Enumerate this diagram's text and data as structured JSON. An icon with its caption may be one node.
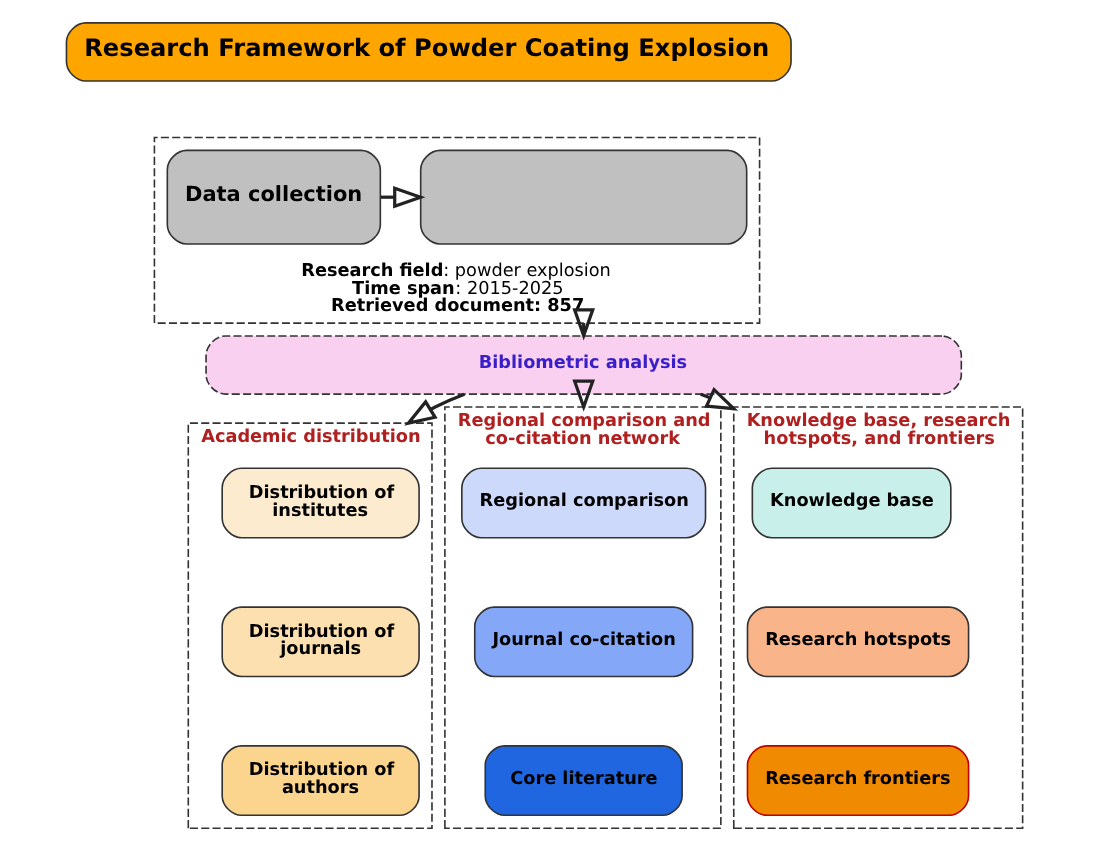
{
  "diagram": {
    "nodes": [
      {
        "text": [
          "Research Framework of Powder Coating Explosion"
        ]
      },
      {
        "text": [
          "**Research field**: powder explosion",
          "**Time span**: 2015-2025",
          "**Retrieved document: 857**"
        ]
      },
      {
        "text": [
          "Data collection"
        ],
        "in": 1
      },
      {
        "text": [],
        "shape": "box",
        "in": 1
      },
      {
        "text": [
          "Bibliometric analysis"
        ]
      },
      {
        "text": [
          "Academic distribution"
        ]
      },
      {
        "text": [
          "Distribution of institutes"
        ],
        "in": 5
      },
      {
        "text": [
          "Distribution of journals"
        ],
        "in": 5
      },
      {
        "text": [
          "Distribution of authors"
        ],
        "in": 5
      },
      {
        "text": [
          "Regional comparison and co-citation network"
        ]
      },
      {
        "text": [
          "Regional comparison"
        ],
        "in": 9
      },
      {
        "text": [
          "Journal co-citation"
        ],
        "in": 9
      },
      {
        "text": [
          "Core literature"
        ],
        "in": 9
      },
      {
        "text": [
          "Knowledge base, research hotspots, and frontiers"
        ]
      },
      {
        "text": [
          "Knowledge base"
        ],
        "in": 13
      },
      {
        "text": [
          "Research hotspots"
        ],
        "in": 13
      },
      {
        "text": [
          "Research frontiers"
        ],
        "in": 13
      }
    ],
    "edges": [
      {
        "from": 2,
        "to": 3,
        "arrow": "to"
      },
      {
        "from": 1,
        "to": 4,
        "arrow": "to"
      },
      {
        "from": 4,
        "to": 5,
        "arrow": "to"
      },
      {
        "from": 4,
        "to": 9,
        "arrow": "to"
      },
      {
        "from": 4,
        "to": 13,
        "arrow": "to"
      }
    ]
  }
}
